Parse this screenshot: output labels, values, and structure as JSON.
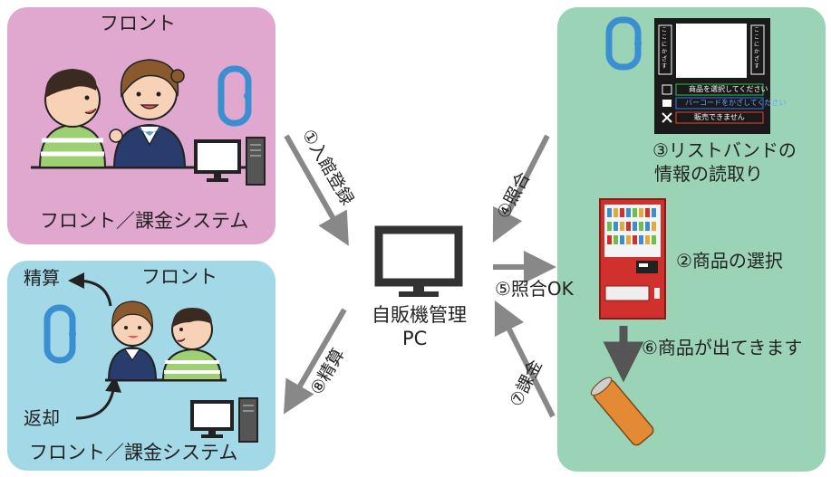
{
  "front_top": {
    "title": "フロント",
    "caption": "フロント／課金システム"
  },
  "front_bottom": {
    "title": "フロント",
    "caption": "フロント／課金システム",
    "seisan": "精算",
    "henkyaku": "返却"
  },
  "center": {
    "line1": "自販機管理",
    "line2": "PC"
  },
  "arrows": {
    "step1": "①入館登録",
    "step4": "④照合",
    "step5": "⑤照合OK",
    "step6": "⑥商品が出てきます",
    "step7": "⑦課金",
    "step8": "⑧精算"
  },
  "vending": {
    "step3_line1": "③リストバンドの",
    "step3_line2": "情報の読取り",
    "step2": "②商品の選択",
    "screen_rows": [
      "商品を選択してください",
      "バーコードをかざしてください",
      "販売できません"
    ],
    "side_text": "ここにかざす"
  },
  "colors": {
    "pink_panel": "#e0a8cf",
    "blue_panel": "#a3d8e6",
    "green_panel": "#9ad3b6",
    "arrow": "#888888",
    "wristband": "#3b8fd1"
  }
}
